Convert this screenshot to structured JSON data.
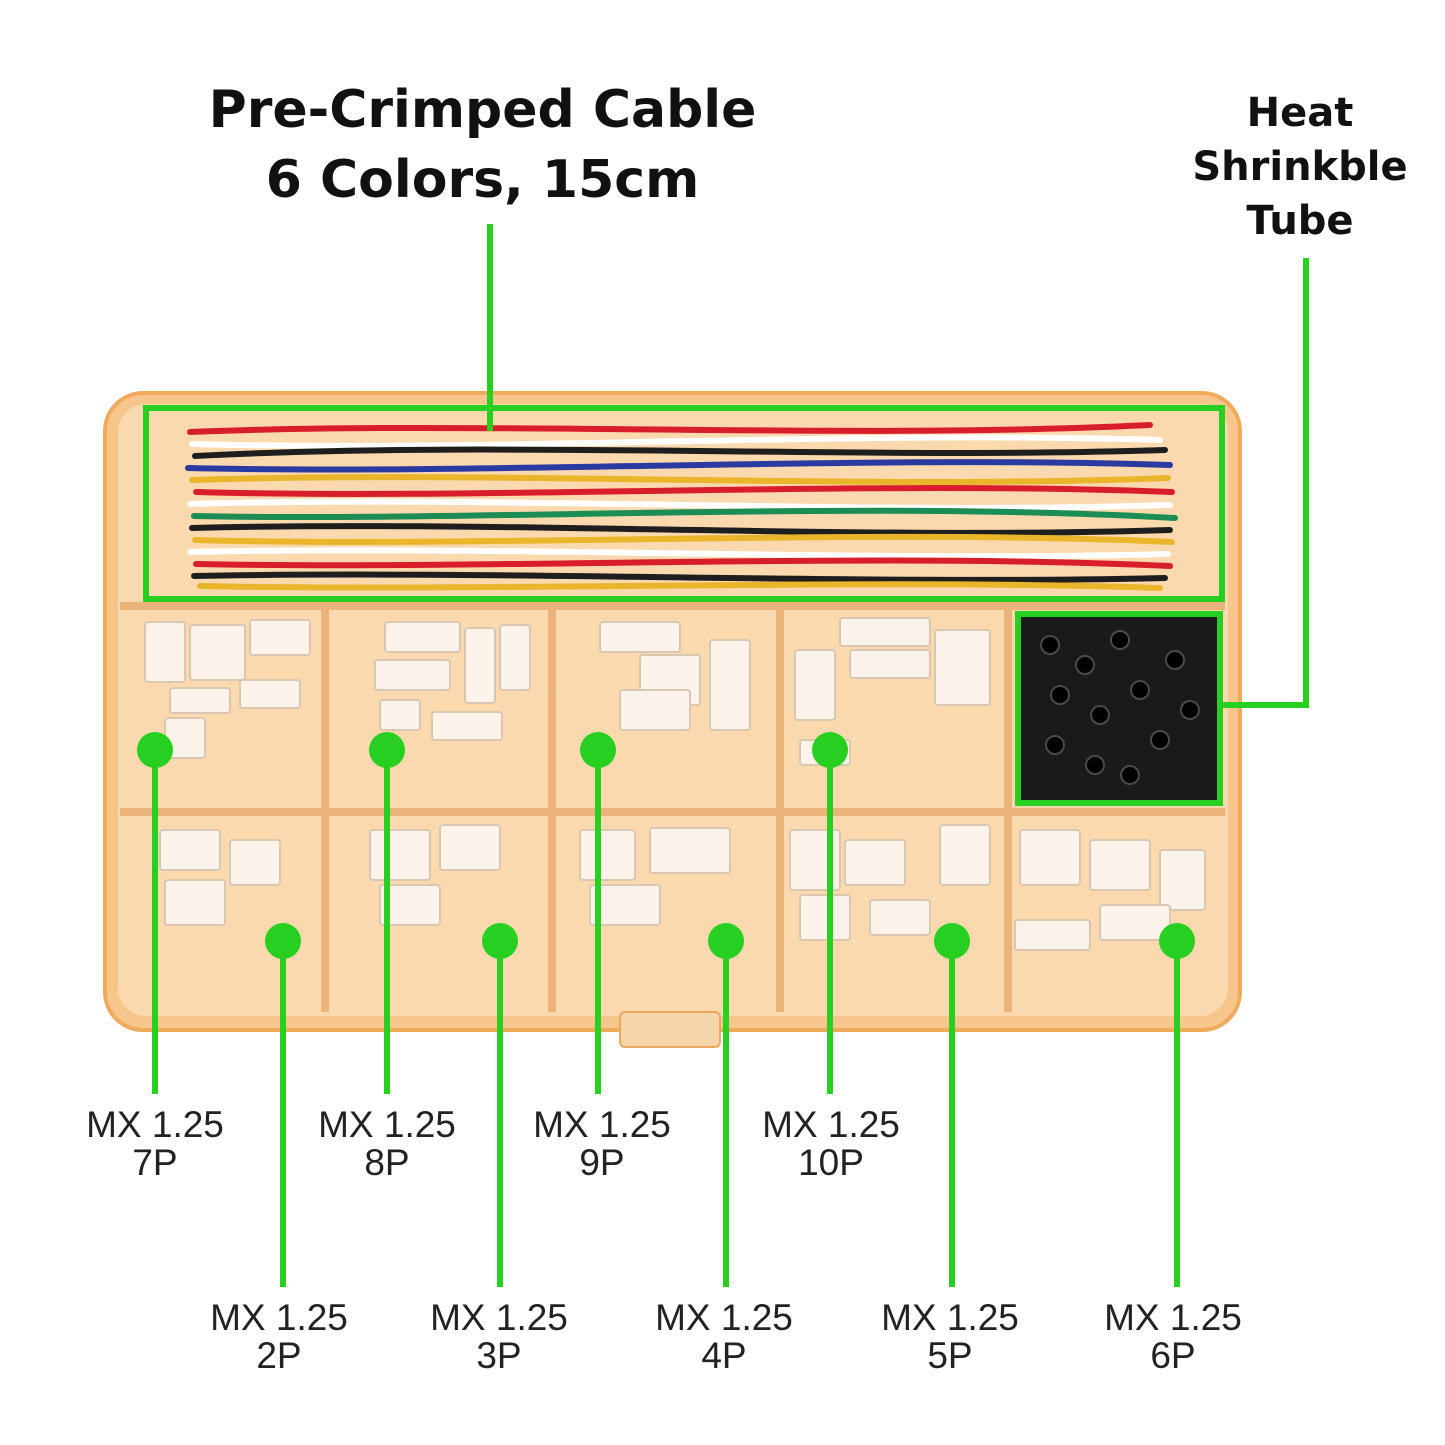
{
  "cable_title_line1": "Pre-Crimped Cable",
  "cable_title_line2": "6 Colors, 15cm",
  "heat_line1": "Heat",
  "heat_line2": "Shrinkble",
  "heat_line3": "Tube",
  "callout_color": "#27cf21",
  "box_color": "#f6c48a",
  "upper_labels": [
    {
      "l1": "MX 1.25",
      "l2": "7P"
    },
    {
      "l1": "MX 1.25",
      "l2": "8P"
    },
    {
      "l1": "MX 1.25",
      "l2": "9P"
    },
    {
      "l1": "MX 1.25",
      "l2": "10P"
    }
  ],
  "lower_labels": [
    {
      "l1": "MX 1.25",
      "l2": "2P"
    },
    {
      "l1": "MX 1.25",
      "l2": "3P"
    },
    {
      "l1": "MX 1.25",
      "l2": "4P"
    },
    {
      "l1": "MX 1.25",
      "l2": "5P"
    },
    {
      "l1": "MX 1.25",
      "l2": "6P"
    }
  ]
}
